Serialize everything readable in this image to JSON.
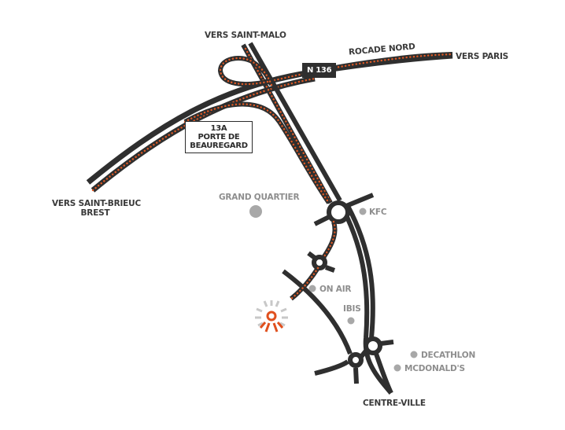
{
  "map": {
    "colors": {
      "road": "#2f2f2f",
      "route_dots": "#e05a25",
      "poi": "#a8a8a8",
      "poi_text": "#8e8e8e",
      "label_text": "#3a3a3a",
      "destination": "#e0501e",
      "destination_rays": "#c8c8c8"
    },
    "directions": {
      "saint_malo": "VERS SAINT-MALO",
      "paris": "VERS PARIS",
      "saint_brieuc_line1": "VERS SAINT-BRIEUC",
      "saint_brieuc_line2": "BREST",
      "centre_ville": "CENTRE-VILLE"
    },
    "roads": {
      "rocade": "ROCADE NORD",
      "n136": "N 136"
    },
    "exit": {
      "number": "13A",
      "name_line1": "PORTE DE",
      "name_line2": "BEAUREGARD"
    },
    "pois": [
      {
        "label": "GRAND QUARTIER"
      },
      {
        "label": "KFC"
      },
      {
        "label": "ON AIR"
      },
      {
        "label": "IBIS"
      },
      {
        "label": "DECATHLON"
      },
      {
        "label": "MCDONALD'S"
      }
    ],
    "destination_icon": "location-marker-icon"
  }
}
